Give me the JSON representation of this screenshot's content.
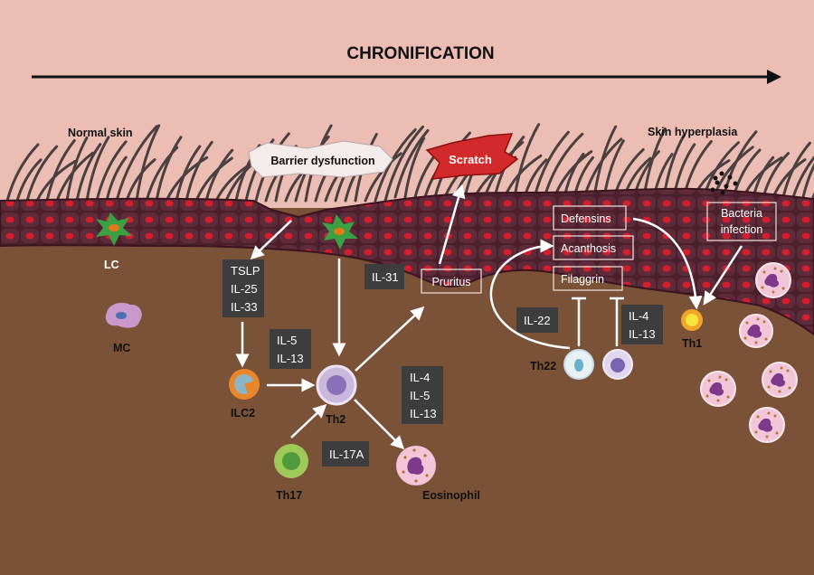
{
  "title": "CHRONIFICATION",
  "regions": {
    "left_label": "Normal skin",
    "right_label": "Skin hyperplasia"
  },
  "banners": {
    "barrier": "Barrier dysfunction",
    "scratch": "Scratch"
  },
  "cells": {
    "lc": "LC",
    "mc": "MC",
    "ilc2": "ILC2",
    "th2": "Th2",
    "th17": "Th17",
    "eosinophil": "Eosinophil",
    "th22": "Th22",
    "th1": "Th1"
  },
  "boxes": {
    "tslp": [
      "TSLP",
      "IL-25",
      "IL-33"
    ],
    "il5_13": [
      "IL-5",
      "IL-13"
    ],
    "il31": [
      "IL-31"
    ],
    "il4_5_13": [
      "IL-4",
      "IL-5",
      "IL-13"
    ],
    "il17a": [
      "IL-17A"
    ],
    "il22": [
      "IL-22"
    ],
    "il4_13": [
      "IL-4",
      "IL-13"
    ]
  },
  "outlined": {
    "pruritus": "Pruritus",
    "defensins": "Defensins",
    "acanthosis": "Acanthosis",
    "filaggrin": "Filaggrin",
    "bacteria": [
      "Bacteria",
      "infection"
    ]
  },
  "colors": {
    "sky": "#ecbdb2",
    "dermis": "#7a5238",
    "epidermis": "#4a2029",
    "red_cells": "#d0202a",
    "scratch": "#d22a2a"
  }
}
